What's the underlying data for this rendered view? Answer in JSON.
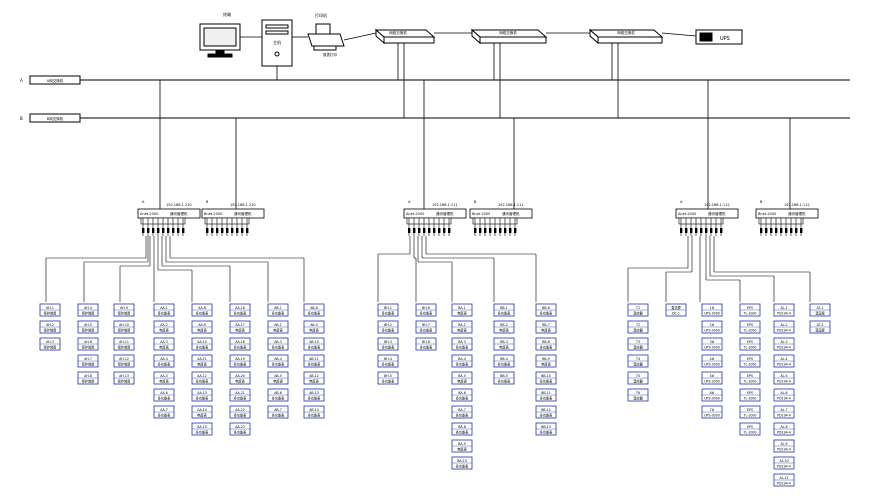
{
  "colors": {
    "line": "#000000",
    "device": "#2233aa",
    "fill": "#ffffff",
    "screen": "#f0f0f0"
  },
  "icons": [
    "monitor-icon",
    "computer-tower-icon",
    "printer-icon",
    "network-switch-icon",
    "ups-icon"
  ],
  "top": {
    "monitor_label": "终端",
    "tower_label": "主机",
    "printer_label": "打印机",
    "printer_sub": "报表打印",
    "switch_labels": [
      "网络交换机",
      "网络交换机",
      "网络交换机"
    ],
    "ups_label": "UPS"
  },
  "networks": [
    {
      "tag": "A",
      "label": "A网交换机"
    },
    {
      "tag": "B",
      "label": "B网交换机"
    }
  ],
  "gateways": [
    {
      "net": "A",
      "ip": "192.168.1.110",
      "name": "Anet-2000",
      "type": "通讯管理机"
    },
    {
      "net": "B",
      "ip": "192.168.1.110",
      "name": "Bnet-2000",
      "type": "通讯管理机"
    },
    {
      "net": "A",
      "ip": "192.168.1.111",
      "name": "Anet-2000",
      "type": "通讯管理机"
    },
    {
      "net": "B",
      "ip": "192.168.1.111",
      "name": "Bnet-2000",
      "type": "通讯管理机"
    },
    {
      "net": "A",
      "ip": "192.168.1.112",
      "name": "Anet-2000",
      "type": "通讯管理机"
    },
    {
      "net": "B",
      "ip": "192.168.1.112",
      "name": "Bnet-2000",
      "type": "通讯管理机"
    }
  ],
  "groups": [
    {
      "items": [
        [
          "AH-1",
          "保护装置"
        ],
        [
          "AH-2",
          "保护装置"
        ],
        [
          "AH-3",
          "保护装置"
        ]
      ]
    },
    {
      "items": [
        [
          "AH-4",
          "保护装置"
        ],
        [
          "AH-5",
          "保护装置"
        ],
        [
          "AH-6",
          "保护装置"
        ],
        [
          "AH-7",
          "保护装置"
        ],
        [
          "AH-8",
          "保护装置"
        ]
      ]
    },
    {
      "items": [
        [
          "AH-9",
          "保护装置"
        ],
        [
          "AH-10",
          "保护装置"
        ],
        [
          "AH-11",
          "保护装置"
        ],
        [
          "AH-12",
          "保护装置"
        ],
        [
          "AH-13",
          "保护装置"
        ]
      ]
    },
    {
      "items": [
        [
          "AA-1",
          "多功能表"
        ],
        [
          "AA-2",
          "电度表"
        ],
        [
          "AA-3",
          "电度表"
        ],
        [
          "AA-4",
          "多功能表"
        ],
        [
          "AA-5",
          "电度表"
        ],
        [
          "AA-6",
          "多功能表"
        ],
        [
          "AA-7",
          "多功能表"
        ]
      ]
    },
    {
      "items": [
        [
          "AA-8",
          "多功能表"
        ],
        [
          "AA-9",
          "电度表"
        ],
        [
          "AA-10",
          "多功能表"
        ],
        [
          "AA-11",
          "电度表"
        ],
        [
          "AA-12",
          "多功能表"
        ],
        [
          "AA-13",
          "多功能表"
        ],
        [
          "AA-14",
          "电度表"
        ],
        [
          "AA-15",
          "多功能表"
        ]
      ]
    },
    {
      "items": [
        [
          "AA-16",
          "多功能表"
        ],
        [
          "AA-17",
          "电度表"
        ],
        [
          "AA-18",
          "多功能表"
        ],
        [
          "AA-19",
          "多功能表"
        ],
        [
          "AA-20",
          "电度表"
        ],
        [
          "AA-21",
          "多功能表"
        ],
        [
          "AA-22",
          "多功能表"
        ],
        [
          "AA-23",
          "多功能表"
        ]
      ]
    },
    {
      "items": [
        [
          "AB-1",
          "多功能表"
        ],
        [
          "AB-2",
          "电度表"
        ],
        [
          "AB-3",
          "多功能表"
        ],
        [
          "AB-4",
          "多功能表"
        ],
        [
          "AB-5",
          "电度表"
        ],
        [
          "AB-6",
          "多功能表"
        ],
        [
          "AB-7",
          "多功能表"
        ]
      ]
    },
    {
      "items": [
        [
          "AB-8",
          "多功能表"
        ],
        [
          "AB-9",
          "电度表"
        ],
        [
          "AB-10",
          "多功能表"
        ],
        [
          "AB-11",
          "多功能表"
        ],
        [
          "AB-12",
          "电度表"
        ],
        [
          "AB-13",
          "多功能表"
        ],
        [
          "AB-14",
          "多功能表"
        ]
      ]
    },
    {
      "items": [
        [
          "BH-1",
          "多功能表"
        ],
        [
          "BH-2",
          "多功能表"
        ],
        [
          "BH-3",
          "多功能表"
        ],
        [
          "BH-4",
          "多功能表"
        ],
        [
          "BH-5",
          "多功能表"
        ]
      ]
    },
    {
      "items": [
        [
          "BH-6",
          "多功能表"
        ],
        [
          "BH-7",
          "多功能表"
        ],
        [
          "BH-8",
          "多功能表"
        ]
      ]
    },
    {
      "items": [
        [
          "BA-1",
          "电度表"
        ],
        [
          "BA-2",
          "电度表"
        ],
        [
          "BA-3",
          "多功能表"
        ],
        [
          "BA-4",
          "多功能表"
        ],
        [
          "BA-5",
          "电度表"
        ],
        [
          "BA-6",
          "多功能表"
        ],
        [
          "BA-7",
          "多功能表"
        ],
        [
          "BA-8",
          "多功能表"
        ],
        [
          "BA-9",
          "电度表"
        ],
        [
          "BA-10",
          "多功能表"
        ]
      ]
    },
    {
      "items": [
        [
          "BB-1",
          "多功能表"
        ],
        [
          "BB-2",
          "电度表"
        ],
        [
          "BB-3",
          "电度表"
        ],
        [
          "BB-4",
          "多功能表"
        ],
        [
          "BB-5",
          "多功能表"
        ]
      ]
    },
    {
      "items": [
        [
          "BB-6",
          "多功能表"
        ],
        [
          "BB-7",
          "电度表"
        ],
        [
          "BB-8",
          "多功能表"
        ],
        [
          "BB-9",
          "电度表"
        ],
        [
          "BB-10",
          "多功能表"
        ],
        [
          "BB-11",
          "多功能表"
        ],
        [
          "BB-12",
          "多功能表"
        ],
        [
          "BB-13",
          "多功能表"
        ]
      ]
    },
    {
      "items": [
        [
          "T1",
          "温控器"
        ],
        [
          "T2",
          "温控器"
        ],
        [
          "T3",
          "温控器"
        ],
        [
          "T4",
          "温控器"
        ],
        [
          "T5",
          "温控器"
        ],
        [
          "T6",
          "温控器"
        ]
      ]
    },
    {
      "items": [
        [
          "直流屏",
          "DC-1"
        ]
      ]
    },
    {
      "items": [
        [
          "1#",
          "UPS-3000"
        ],
        [
          "2#",
          "UPS-3000"
        ],
        [
          "3#",
          "UPS-3000"
        ],
        [
          "4#",
          "UPS-3000"
        ],
        [
          "5#",
          "UPS-3000"
        ],
        [
          "6#",
          "UPS-3000"
        ],
        [
          "7#",
          "UPS-3000"
        ]
      ]
    },
    {
      "items": [
        [
          "EPS",
          "TL-1000"
        ],
        [
          "EPS",
          "TL-1000"
        ],
        [
          "EPS",
          "TL-1000"
        ],
        [
          "EPS",
          "TL-1000"
        ],
        [
          "EPS",
          "TL-1000"
        ],
        [
          "EPS",
          "TL-1000"
        ],
        [
          "EPS",
          "TL-1000"
        ],
        [
          "EPS",
          "TL-1000"
        ]
      ]
    },
    {
      "items": [
        [
          "AL-1",
          "PD194-4"
        ],
        [
          "AL-2",
          "PD194-4"
        ],
        [
          "AL-3",
          "PD194-4"
        ],
        [
          "AL-4",
          "PD194-4"
        ],
        [
          "AL-5",
          "PD194-4"
        ],
        [
          "AL-6",
          "PD194-4"
        ],
        [
          "AL-7",
          "PD194-4"
        ],
        [
          "AL-8",
          "PD194-4"
        ],
        [
          "AL-9",
          "PD194-4"
        ],
        [
          "AL-10",
          "PD194-4"
        ],
        [
          "AL-11",
          "PD194-4"
        ]
      ]
    },
    {
      "items": [
        [
          "AT-1",
          "温湿度"
        ],
        [
          "AT-2",
          "温湿度"
        ]
      ]
    }
  ]
}
